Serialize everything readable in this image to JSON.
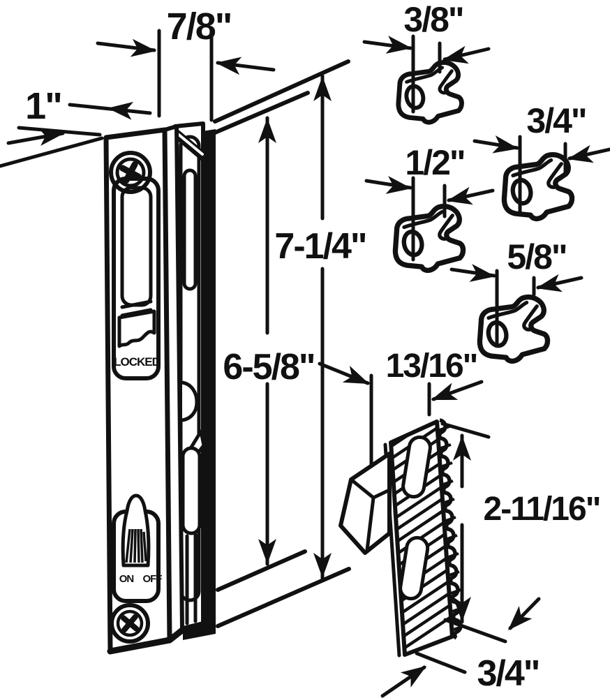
{
  "page": {
    "background": "#ffffff",
    "line_color": "#111111"
  },
  "diagram": {
    "lock": {
      "locked_label": "LOCKED",
      "on_label": "ON",
      "off_label": "OFF"
    },
    "dimensions": {
      "plate_width": "7/8\"",
      "plate_side": "1\"",
      "overall_height": "7-1/4\"",
      "inner_height": "6-5/8\"",
      "hook_a": "3/8\"",
      "hook_b": "3/4\"",
      "hook_c": "1/2\"",
      "hook_d": "5/8\"",
      "keeper_width": "13/16\"",
      "keeper_height": "2-11/16\"",
      "keeper_depth": "3/4\""
    }
  }
}
